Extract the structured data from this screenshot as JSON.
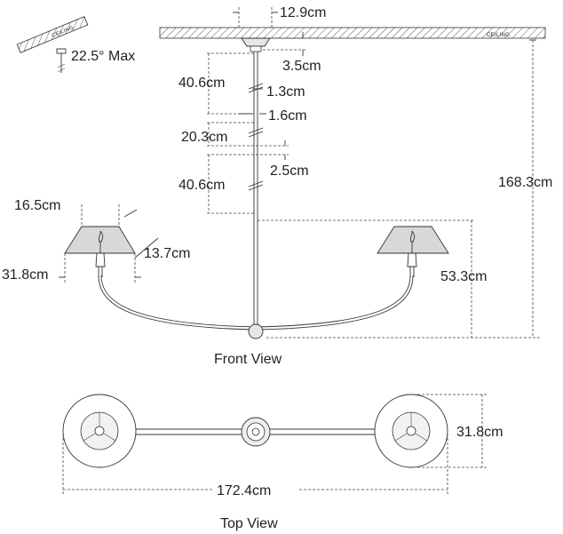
{
  "ceiling_label": "CEILING",
  "dimensions": {
    "canopy_width": "12.9cm",
    "canopy_height": "3.5cm",
    "slope": "22.5° Max",
    "rod_1": "40.6cm",
    "gap_1": "1.3cm",
    "gap_2": "1.6cm",
    "rod_2": "20.3cm",
    "rod_3": "40.6cm",
    "gap_3": "2.5cm",
    "shade_top": "16.5cm",
    "shade_height": "13.7cm",
    "shade_bottom": "31.8cm",
    "arm_height": "53.3cm",
    "overall_height": "168.3cm",
    "top_diameter": "31.8cm",
    "overall_width": "172.4cm"
  },
  "labels": {
    "front_view": "Front View",
    "top_view": "Top View"
  }
}
